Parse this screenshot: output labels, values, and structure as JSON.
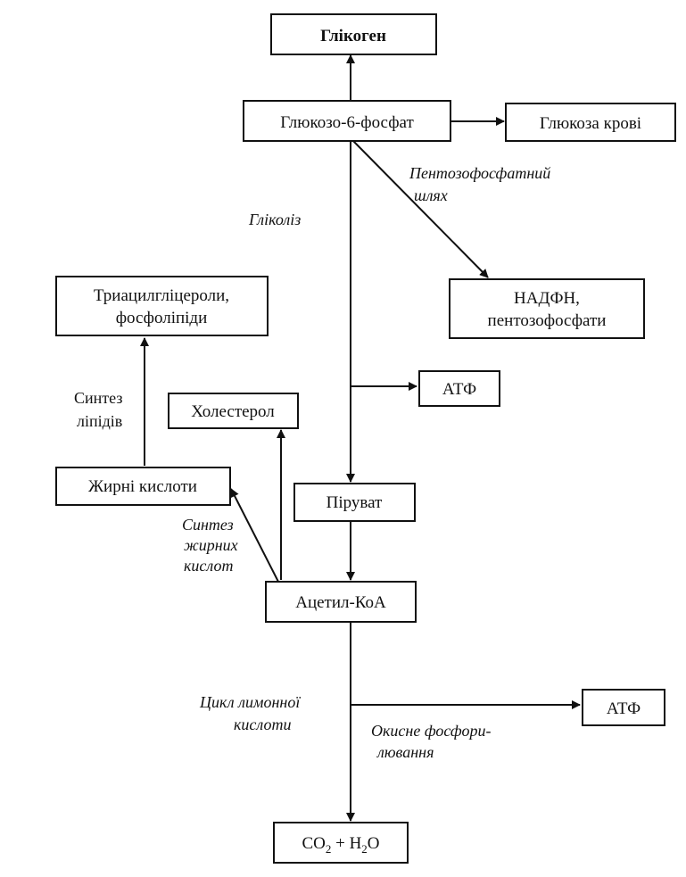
{
  "nodes": {
    "glycogen": "Глікоген",
    "g6p": "Глюкозо-6-фосфат",
    "blood_glucose": "Глюкоза крові",
    "nadph_line1": "НАДФН,",
    "nadph_line2": "пентозофосфати",
    "tag_line1": "Триацилгліцероли,",
    "tag_line2": "фосфоліпіди",
    "atp1": "АТФ",
    "cholesterol": "Холестерол",
    "fatty_acids": "Жирні кислоти",
    "pyruvate": "Піруват",
    "acetyl_coa": "Ацетил-КоА",
    "atp2": "АТФ",
    "co2": "CO",
    "co2_sub": "2",
    "plus_h": " + H",
    "h2o_sub": "2",
    "h2o_o": "O"
  },
  "labels": {
    "pentose_line1": "Пентозофосфатний",
    "pentose_line2": "шлях",
    "glycolysis": "Гліколіз",
    "lipid_synth_line1": "Синтез",
    "lipid_synth_line2": "ліпідів",
    "fa_synth_line1": "Синтез",
    "fa_synth_line2": "жирних",
    "fa_synth_line3": "кислот",
    "krebs_line1": "Цикл лимонної",
    "krebs_line2": "кислоти",
    "oxphos_line1": "Окисне фосфори-",
    "oxphos_line2": "лювання"
  }
}
